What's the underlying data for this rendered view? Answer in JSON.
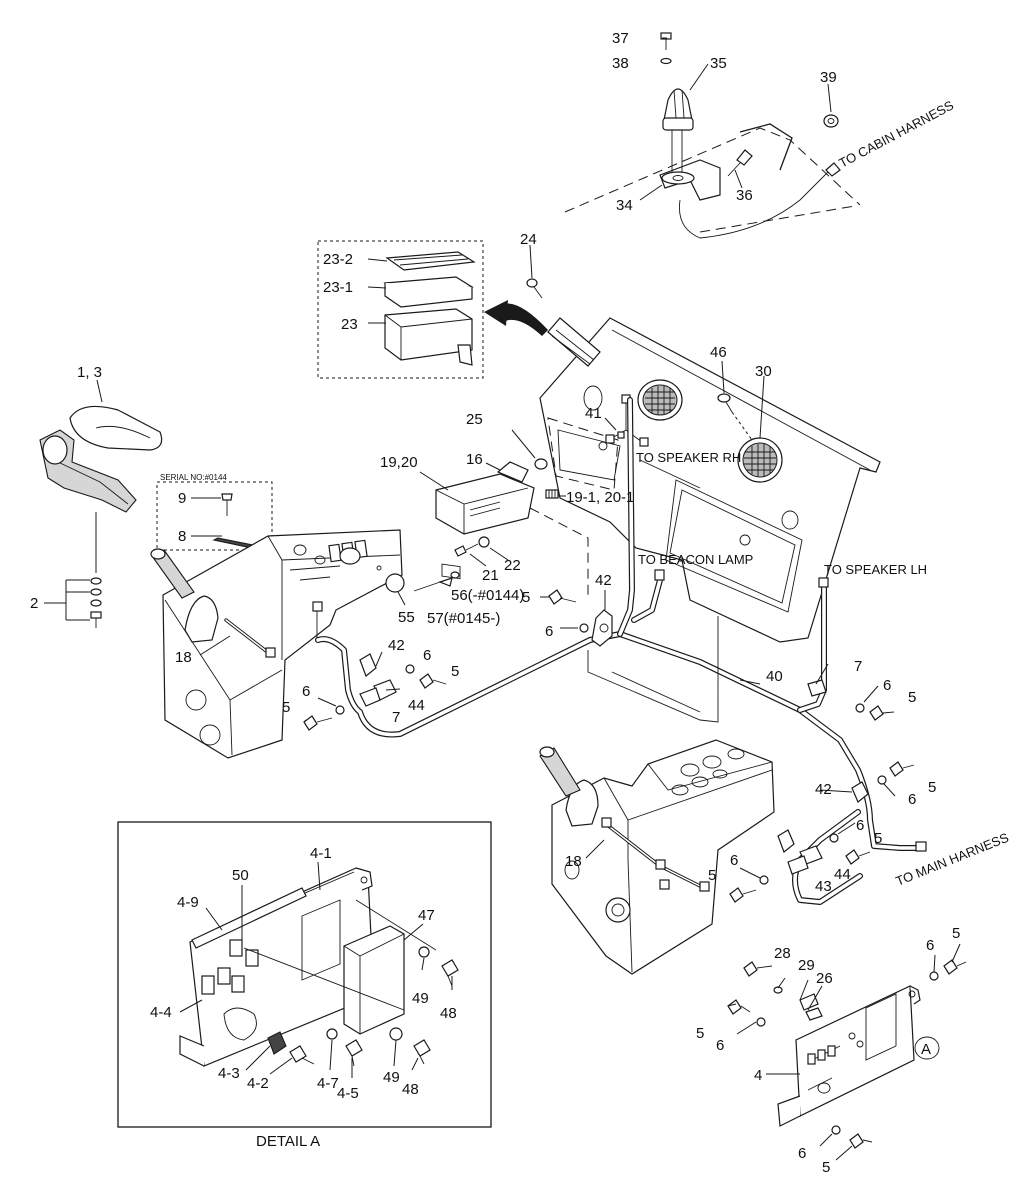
{
  "parts": {
    "p37": "37",
    "p38": "38",
    "p35": "35",
    "p39": "39",
    "p34": "34",
    "p36": "36",
    "p24": "24",
    "p23_2": "23-2",
    "p23_1": "23-1",
    "p23": "23",
    "p1_3": "1, 3",
    "p2": "2",
    "p9": "9",
    "p8": "8",
    "p25": "25",
    "p16": "16",
    "p19_20": "19,20",
    "p19_1_20_1": "19-1, 20-1",
    "p41": "41",
    "p46": "46",
    "p30": "30",
    "p21": "21",
    "p22": "22",
    "p55": "55",
    "p56": "56(-#0144)",
    "p57": "57(#0145-)",
    "p5": "5",
    "p6": "6",
    "p7": "7",
    "p18": "18",
    "p42": "42",
    "p44": "44",
    "p43": "43",
    "p40": "40",
    "p4_1": "4-1",
    "p50": "50",
    "p4_9": "4-9",
    "p47": "47",
    "p4_4": "4-4",
    "p49": "49",
    "p48": "48",
    "p4_3": "4-3",
    "p4_2": "4-2",
    "p4_7": "4-7",
    "p4_5": "4-5",
    "p28": "28",
    "p29": "29",
    "p26": "26",
    "p4": "4"
  },
  "notes": {
    "cabin_harness": "TO CABIN HARNESS",
    "speaker_rh": "TO SPEAKER RH",
    "beacon_lamp": "TO BEACON LAMP",
    "speaker_lh": "TO SPEAKER LH",
    "main_harness": "TO MAIN HARNESS",
    "serial": "SERIAL NO:#0144",
    "detail_marker": "A",
    "detail_caption": "DETAIL  A"
  }
}
